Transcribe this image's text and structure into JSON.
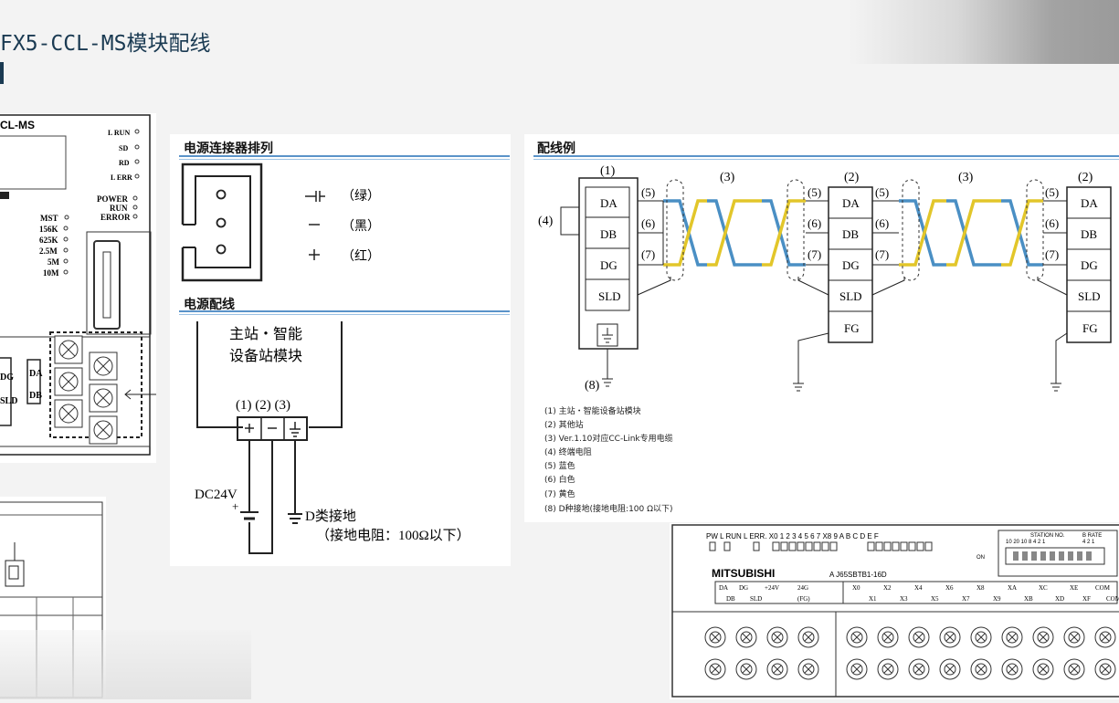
{
  "title": "FX5-CCL-MS模块配线",
  "module_panel": {
    "model": "CL-MS",
    "leds_right": [
      "L RUN",
      "SD",
      "RD",
      "L ERR"
    ],
    "leds_left": [
      "MST",
      "156K",
      "625K",
      "2.5M",
      "5M",
      "10M"
    ],
    "leds_status": [
      "POWER",
      "RUN",
      "ERROR"
    ],
    "term_left": [
      "DG",
      "SLD"
    ],
    "term_right": [
      "DA",
      "DB"
    ]
  },
  "connector": {
    "heading": "电源连接器排列",
    "pins": [
      {
        "symbol": "⊣⊢",
        "label": "（绿）"
      },
      {
        "symbol": "－",
        "label": "（黑）"
      },
      {
        "symbol": "＋",
        "label": "（红）"
      }
    ]
  },
  "power_wiring": {
    "heading": "电源配线",
    "station_line1": "主站・智能",
    "station_line2": "设备站模块",
    "terminal_nums": "(1) (2) (3)",
    "dc": "DC24V",
    "plus": "+",
    "ground_line1": "D类接地",
    "ground_line2": "（接地电阻：100Ω以下）"
  },
  "wiring_example": {
    "heading": "配线例",
    "numbers": {
      "n1": "(1)",
      "n2": "(2)",
      "n3": "(3)",
      "n4": "(4)",
      "n5": "(5)",
      "n6": "(6)",
      "n7": "(7)",
      "n8": "(8)"
    },
    "signals": [
      "DA",
      "DB",
      "DG",
      "SLD",
      "FG"
    ],
    "colors": {
      "blue": "#4a8fc4",
      "yellow": "#e2c62a"
    },
    "legend": [
      "(1) 主站・智能设备站模块",
      "(2) 其他站",
      "(3) Ver.1.10对应CC-Link专用电缆",
      "(4) 终端电阻",
      "(5) 蓝色",
      "(6) 白色",
      "(7) 黄色",
      "(8) D种接地(接地电阻:100 Ω以下)"
    ]
  },
  "bottom_module": {
    "top_labels": "PW L RUN L ERR. X0 1 2 3 4 5 6 7   X8 9 A B C D E F",
    "station": "STATION NO.",
    "station_nums": "10 20 10 8 4 2 1",
    "brate": "B RATE",
    "brate_nums": "4 2 1",
    "on": "ON",
    "brand": "MITSUBISHI",
    "model": "A J65SBTB1-16D",
    "row1": [
      "DA",
      "DG",
      "+24V",
      "24G",
      "X0",
      "X2",
      "X4",
      "X6",
      "X8",
      "XA",
      "XC",
      "XE",
      "COM"
    ],
    "row2": [
      "DB",
      "SLD",
      "(FG)",
      "X1",
      "X3",
      "X5",
      "X7",
      "X9",
      "XB",
      "XD",
      "XF",
      "COM"
    ]
  }
}
